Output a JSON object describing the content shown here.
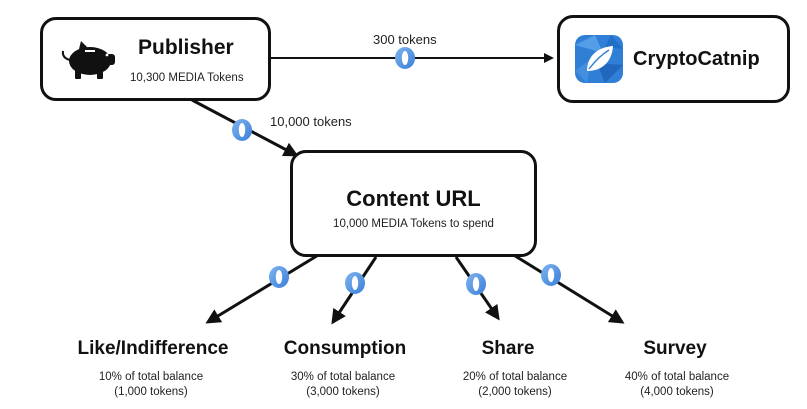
{
  "publisher": {
    "title": "Publisher",
    "subtitle": "10,300 MEDIA Tokens",
    "icon": "piggy-bank-icon"
  },
  "cryptocatnip": {
    "title": "CryptoCatnip",
    "icon": "cryptocatnip-logo-icon"
  },
  "content": {
    "title": "Content URL",
    "subtitle": "10,000 MEDIA Tokens to spend"
  },
  "edges": {
    "publisher_to_catnip": "300 tokens",
    "publisher_to_content": "10,000 tokens"
  },
  "token_icon": "media-token-icon",
  "categories": [
    {
      "title": "Like/Indifference",
      "percent": "10% of total balance",
      "tokens": "(1,000 tokens)"
    },
    {
      "title": "Consumption",
      "percent": "30% of total balance",
      "tokens": "(3,000 tokens)"
    },
    {
      "title": "Share",
      "percent": "20% of total balance",
      "tokens": "(2,000 tokens)"
    },
    {
      "title": "Survey",
      "percent": "40% of total balance",
      "tokens": "(4,000 tokens)"
    }
  ],
  "colors": {
    "token_blue": "#4a8fe0",
    "logo_blue": "#2f7fd6",
    "line": "#111111"
  }
}
